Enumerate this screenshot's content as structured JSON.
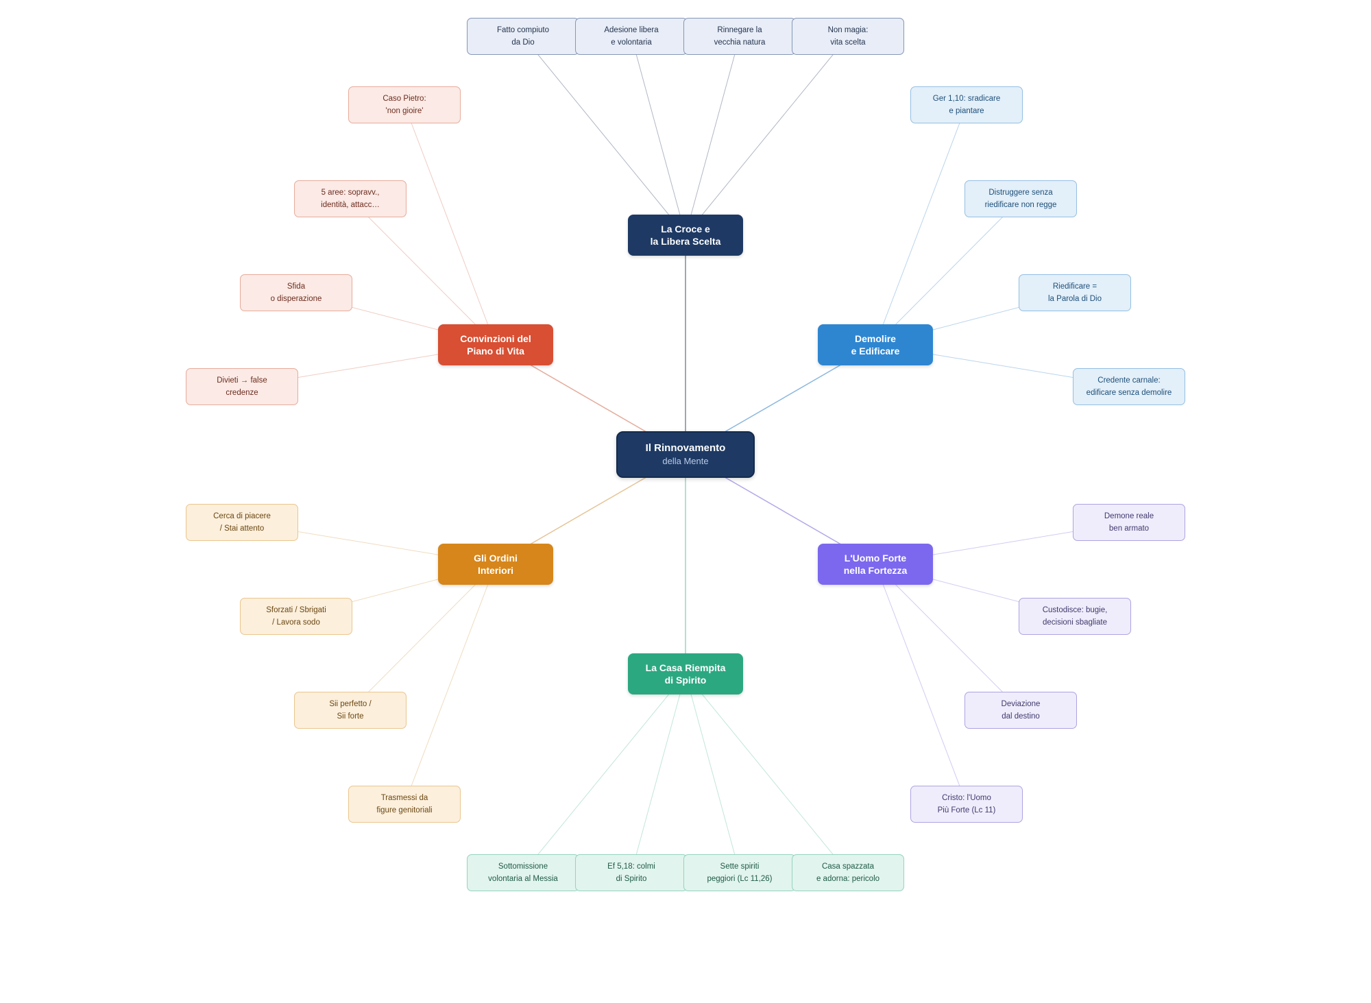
{
  "root": {
    "line1": "Il Rinnovamento",
    "line2": "della Mente",
    "color": "#1e3a64"
  },
  "branches": [
    {
      "id": "croce",
      "lines": [
        "La Croce e",
        "la Libera Scelta"
      ],
      "color": "#1e3a64",
      "edge": "#6f7c91",
      "leafBg": "#e8edf7",
      "leafBorder": "#8496b7",
      "leafText": "#24344f",
      "leaves": [
        [
          "Fatto compiuto",
          "da Dio"
        ],
        [
          "Adesione libera",
          "e volontaria"
        ],
        [
          "Rinnegare la",
          "vecchia natura"
        ],
        [
          "Non magia:",
          "vita scelta"
        ]
      ]
    },
    {
      "id": "demolire",
      "lines": [
        "Demolire",
        "e Edificare"
      ],
      "color": "#2e86d1",
      "edge": "#7fb0da",
      "leafBg": "#e3eff9",
      "leafBorder": "#93bfe3",
      "leafText": "#1d4f79",
      "leaves": [
        [
          "Ger 1,10: sradicare",
          "e piantare"
        ],
        [
          "Distruggere senza",
          "riedificare non regge"
        ],
        [
          "Riedificare =",
          "la Parola di Dio"
        ],
        [
          "Credente carnale:",
          "edificare senza demolire"
        ]
      ]
    },
    {
      "id": "uomo",
      "lines": [
        "L'Uomo Forte",
        "nella Fortezza"
      ],
      "color": "#7b68ee",
      "edge": "#aaa0e8",
      "leafBg": "#efedfb",
      "leafBorder": "#ada3e3",
      "leafText": "#40396f",
      "leaves": [
        [
          "Demone reale",
          "ben armato"
        ],
        [
          "Custodisce: bugie,",
          "decisioni sbagliate"
        ],
        [
          "Deviazione",
          "dal destino"
        ],
        [
          "Cristo: l'Uomo",
          "Più Forte (Lc 11)"
        ]
      ]
    },
    {
      "id": "casa",
      "lines": [
        "La Casa Riempita",
        "di Spirito"
      ],
      "color": "#2ca881",
      "edge": "#8ed1bb",
      "leafBg": "#e1f4ed",
      "leafBorder": "#94d4bf",
      "leafText": "#1f5a47",
      "leaves": [
        [
          "Sottomissione",
          "volontaria al Messia"
        ],
        [
          "Ef 5,18: colmi",
          "di Spirito"
        ],
        [
          "Sette spiriti",
          "peggiori (Lc 11,26)"
        ],
        [
          "Casa spazzata",
          "e adorna: pericolo"
        ]
      ]
    },
    {
      "id": "ordini",
      "lines": [
        "Gli Ordini",
        "Interiori"
      ],
      "color": "#d6861a",
      "edge": "#e2bf8d",
      "leafBg": "#fcefdc",
      "leafBorder": "#ebc68d",
      "leafText": "#6b4712",
      "leaves": [
        [
          "Cerca di piacere",
          "/ Stai attento"
        ],
        [
          "Sforzati / Sbrigati",
          "/ Lavora sodo"
        ],
        [
          "Sii perfetto /",
          "Sii forte"
        ],
        [
          "Trasmessi da",
          "figure genitoriali"
        ]
      ]
    },
    {
      "id": "convinzioni",
      "lines": [
        "Convinzioni del",
        "Piano di Vita"
      ],
      "color": "#d84f33",
      "edge": "#e1a392",
      "leafBg": "#fbeae5",
      "leafBorder": "#e8ab9b",
      "leafText": "#6c2c1f",
      "leaves": [
        [
          "Divieti → false",
          "credenze"
        ],
        [
          "Sfida",
          "o disperazione"
        ],
        [
          "5 aree: sopravv.,",
          "identità, attacc…"
        ],
        [
          "Caso Pietro:",
          "'non gioire'"
        ]
      ]
    }
  ]
}
